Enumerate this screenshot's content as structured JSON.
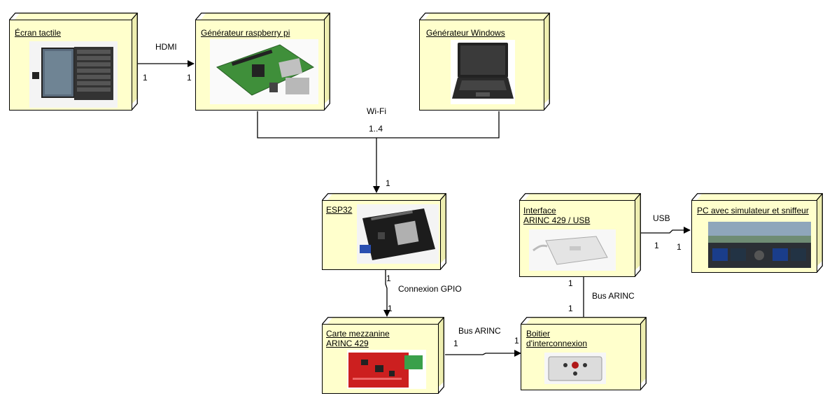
{
  "nodes": {
    "ecran": {
      "title": "Écran tactile",
      "image": "tablet-keyboard-image"
    },
    "rpi": {
      "title": "Générateur raspberry pi",
      "image": "raspberry-pi-board-image"
    },
    "windows": {
      "title": "Générateur Windows",
      "image": "laptop-image"
    },
    "esp32": {
      "title": "ESP32",
      "image": "esp32-board-image"
    },
    "mezzanine": {
      "title_line1": "Carte mezzanine",
      "title_line2": "ARINC 429",
      "image": "red-pcb-image"
    },
    "boitier": {
      "title_line1": "Boitier ",
      "title_line2": "d'interconnexion",
      "image": "interconnection-box-image"
    },
    "interface": {
      "title_line1": "Interface",
      "title_line2": "ARINC 429 / USB",
      "image": "usb-interface-image"
    },
    "pc": {
      "title": "PC avec simulateur et sniffeur",
      "image": "flight-simulator-cockpit-image"
    }
  },
  "links": {
    "hdmi": {
      "label": "HDMI",
      "m1": "1",
      "m2": "1"
    },
    "wifi": {
      "label": "Wi-Fi",
      "mult": "1..4",
      "m_end": "1"
    },
    "gpio": {
      "label": "Connexion GPIO",
      "m_end": "1"
    },
    "bus1": {
      "label": "Bus ARINC",
      "m1": "1",
      "m2": "1"
    },
    "bus2": {
      "label": "Bus ARINC",
      "m1": "1",
      "m2": "1"
    },
    "usb": {
      "label": "USB",
      "m1": "1",
      "m2": "1"
    }
  },
  "colors": {
    "node_fill": "#ffffcc",
    "node_side": "#eeeeb0",
    "line": "#000000"
  }
}
